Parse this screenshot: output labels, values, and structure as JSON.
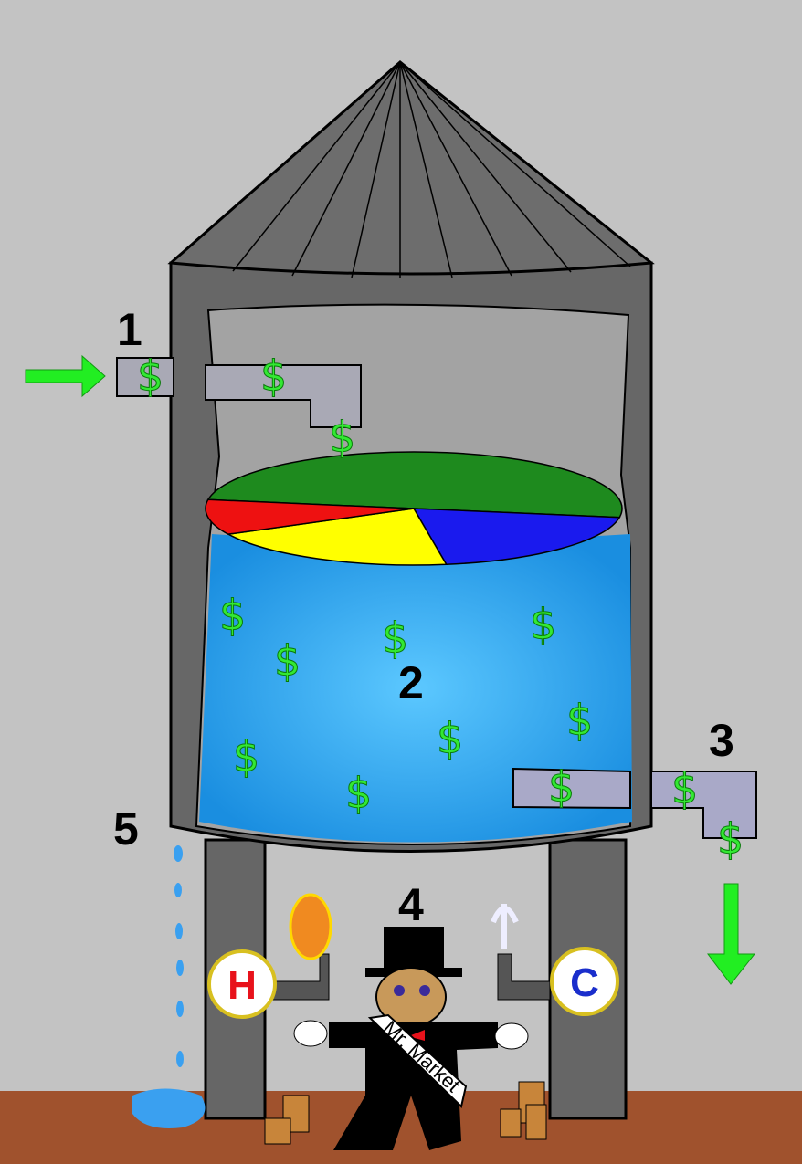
{
  "labels": {
    "one": "1",
    "two": "2",
    "three": "3",
    "four": "4",
    "five": "5"
  },
  "valves": {
    "hot": "H",
    "cold": "C"
  },
  "character": {
    "sash": "Mr. Market"
  },
  "symbol": "$",
  "colors": {
    "background": "#c3c3c3",
    "floor": "#a0522d",
    "silo": "#666666",
    "water": "#2aa8ee",
    "arrow": "#22ee22",
    "hot": "#e8121b",
    "cold": "#1a2ecc"
  },
  "pie": [
    {
      "color": "#1e8a1e",
      "share": 0.5
    },
    {
      "color": "#1a1aee",
      "share": 0.2
    },
    {
      "color": "#ffff00",
      "share": 0.2
    },
    {
      "color": "#ee1111",
      "share": 0.1
    }
  ]
}
